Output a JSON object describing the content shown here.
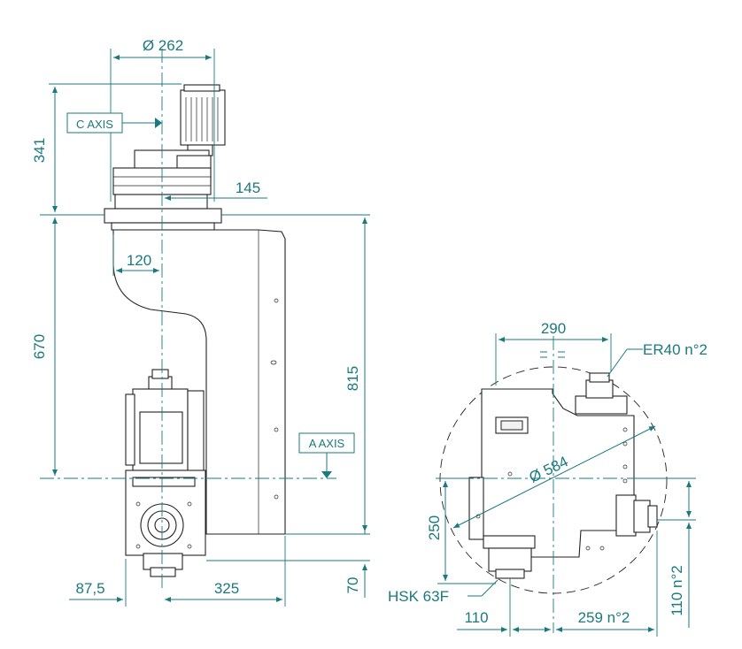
{
  "front_view": {
    "dia_top": "Ø 262",
    "c_axis": "C AXIS",
    "h341": "341",
    "w145": "145",
    "w120": "120",
    "h670": "670",
    "h815": "815",
    "a_axis": "A AXIS",
    "w87_5": "87,5",
    "w325": "325",
    "h70": "70"
  },
  "side_view": {
    "w290": "290",
    "er40": "ER40 n°2",
    "dia584": "Ø 584",
    "h250": "250",
    "hsk": "HSK 63F",
    "w110": "110",
    "w259": "259 n°2",
    "h110": "110 n°2"
  },
  "colors": {
    "dimension": "#1a7a7f",
    "outline": "#222222"
  }
}
